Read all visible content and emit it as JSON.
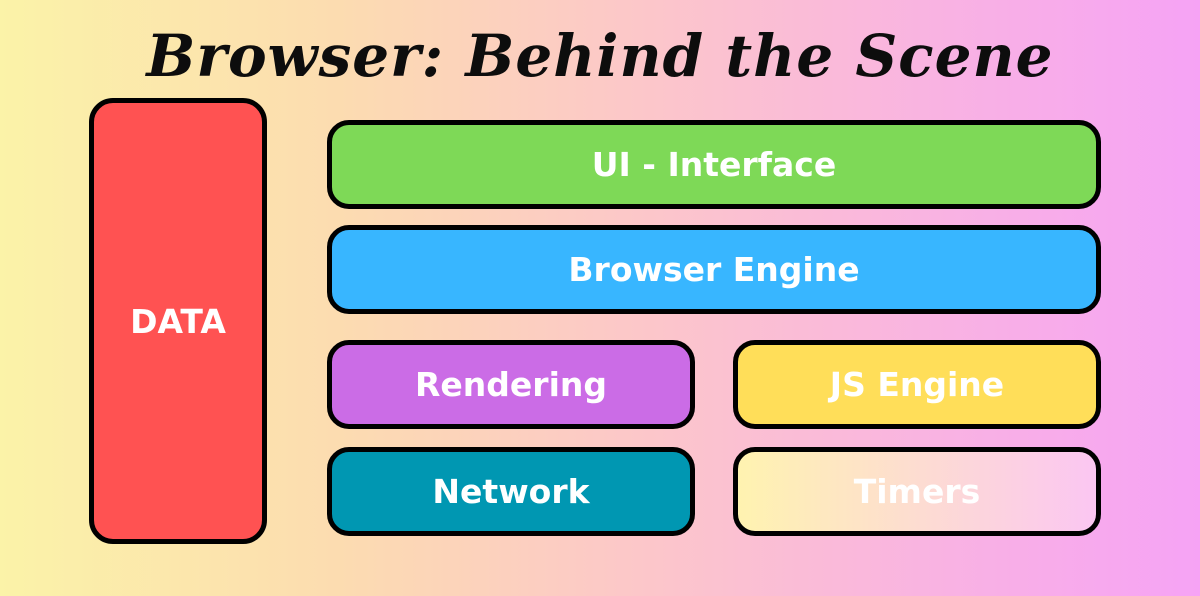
{
  "title": "Browser: Behind the Scene",
  "blocks": {
    "data": {
      "label": "DATA",
      "color": "#ff5252",
      "text_color": "#ffffff"
    },
    "ui": {
      "label": "UI - Interface",
      "color": "#7ed957",
      "text_color": "#ffffff"
    },
    "engine": {
      "label": "Browser Engine",
      "color": "#38b6ff",
      "text_color": "#ffffff"
    },
    "rendering": {
      "label": "Rendering",
      "color": "#cb6ce6",
      "text_color": "#ffffff"
    },
    "js": {
      "label": "JS Engine",
      "color": "#ffde59",
      "text_color": "#ffffff"
    },
    "network": {
      "label": "Network",
      "color": "#0097b2",
      "text_color": "#ffffff"
    },
    "timers": {
      "label": "Timers",
      "color": "gradient #fff3b0 → #fbc6f2",
      "text_color": "#ffffff"
    }
  }
}
